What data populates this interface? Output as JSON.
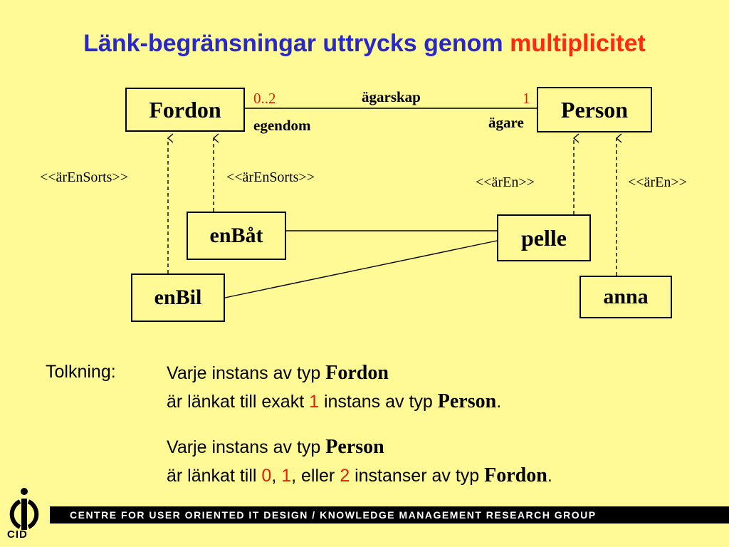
{
  "title": {
    "main": "Länk-begränsningar uttrycks genom",
    "accent": "multiplicitet"
  },
  "classes": {
    "fordon": "Fordon",
    "person": "Person"
  },
  "objects": {
    "enbat": "enBåt",
    "enbil": "enBil",
    "pelle": "pelle",
    "anna": "anna"
  },
  "association": {
    "name": "ägarskap",
    "left_multiplicity": "0..2",
    "left_role": "egendom",
    "right_multiplicity": "1",
    "right_role": "ägare"
  },
  "stereotypes": {
    "enbil_to_fordon": "<<ärEnSorts>>",
    "enbat_to_fordon": "<<ärEnSorts>>",
    "pelle_to_person": "<<ärEn>>",
    "anna_to_person": "<<ärEn>>"
  },
  "interpretation": {
    "heading": "Tolkning:",
    "line1_prefix": "Varje instans av typ",
    "line1_type": "Fordon",
    "line2_prefix": "är länkat till exakt",
    "line2_num": "1",
    "line2_mid": "instans av typ",
    "line2_type": "Person",
    "line2_end": ".",
    "line3_prefix": "Varje instans av typ",
    "line3_type": "Person",
    "line4_prefix": "är länkat till",
    "line4_num1": "0",
    "line4_sep1": ",",
    "line4_num2": "1",
    "line4_sep2": ", eller",
    "line4_num3": "2",
    "line4_mid": "instanser av typ",
    "line4_type": "Fordon",
    "line4_end": "."
  },
  "footer": {
    "bar_text": "CENTRE FOR USER ORIENTED IT DESIGN  /  KNOWLEDGE MANAGEMENT RESEARCH GROUP",
    "logo_text": "CID"
  },
  "colors": {
    "background": "#fffa96",
    "title_blue": "#2828c8",
    "accent_red": "#ff2a10",
    "multiplicity_red": "#e0200a"
  }
}
